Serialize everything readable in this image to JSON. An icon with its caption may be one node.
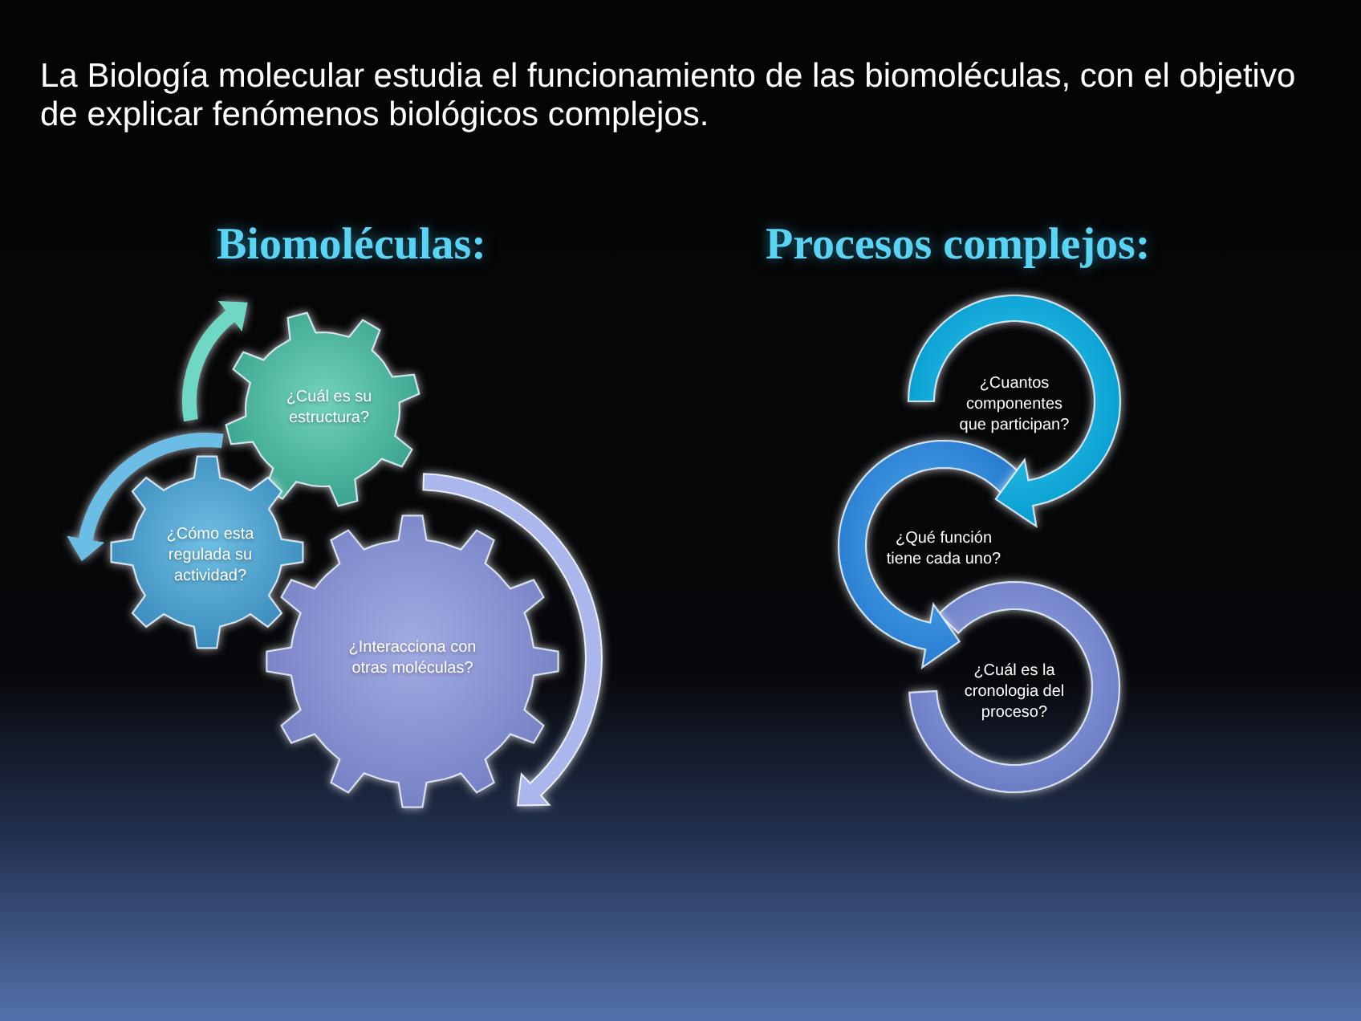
{
  "diagram": {
    "nodes": [
      {
        "text": [
          "¿Cuál es su estructura?"
        ]
      },
      {
        "text": [
          "¿Cómo esta regulada su actividad?"
        ]
      },
      {
        "text": [
          "¿Interacciona con otras moléculas?"
        ]
      },
      {
        "text": [
          "¿Cuantos componentes que participan?"
        ]
      },
      {
        "text": [
          "¿Qué función tiene cada uno?"
        ]
      },
      {
        "text": [
          "¿Cuál es la cronologia del proceso?"
        ]
      }
    ],
    "edges": [
      {
        "from": 1,
        "to": 0,
        "arrow": "to",
        "color": "#6fd8c4"
      },
      {
        "from": 0,
        "to": 1,
        "arrow": "to",
        "color": "#6cbde6"
      }
    ],
    "labels": [
      "La Biología molecular estudia el funcionamiento de las biomoléculas, con el objetivo de explicar fenómenos biológicos complejos.",
      "Biomoléculas:",
      "Procesos complejos:"
    ]
  }
}
